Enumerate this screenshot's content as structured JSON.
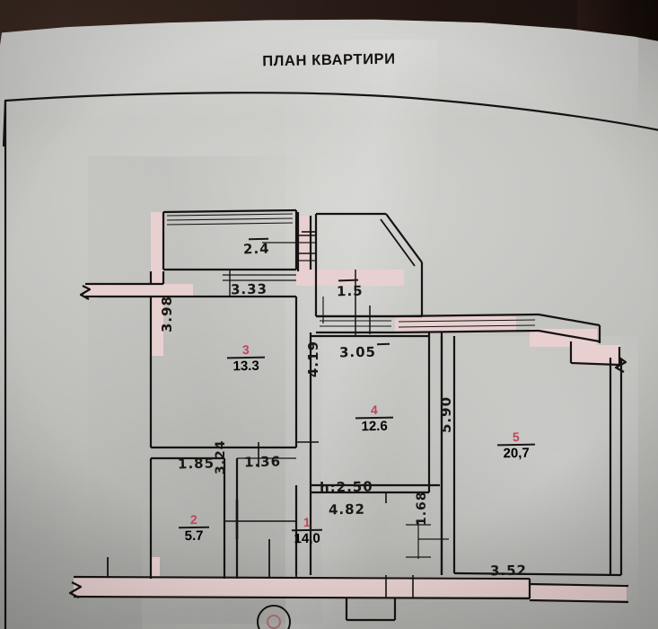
{
  "document": {
    "title": "ПЛАН КВАРТИРИ",
    "kind": "apartment-floor-plan-photo",
    "ceiling_height_note": "h:2.50"
  },
  "colors": {
    "paper": "#c7c7c4",
    "ink": "#1a1715",
    "wall_fill": "#e7cfcf",
    "room_number": "#c0465a",
    "desk": "#241713"
  },
  "rooms": [
    {
      "id": "room-1",
      "number": "1",
      "area": "14,0"
    },
    {
      "id": "room-2",
      "number": "2",
      "area": "5.7"
    },
    {
      "id": "room-3",
      "number": "3",
      "area": "13.3"
    },
    {
      "id": "room-4",
      "number": "4",
      "area": "12.6"
    },
    {
      "id": "room-5",
      "number": "5",
      "area": "20,7"
    }
  ],
  "dimensions": {
    "top_inner": "2.4",
    "hall_width": "3.33",
    "niche": "1.5",
    "room4_top": "3.05",
    "room3_left_vertical": "3.98",
    "room4_left_vertical": "4.19",
    "room5_left_vertical": "5.90",
    "room3_bottom_left": "1.85",
    "room3_bottom_right": "1.36",
    "room2_right_vertical": "3.24",
    "ceiling_height": "h:2.50",
    "room1_top": "4.82",
    "bottom_right": "3.52",
    "right_vertical_small": "1.68"
  },
  "symbols": {
    "break_left_upper": "break-mark",
    "break_left_lower": "break-mark",
    "break_right": "break-mark",
    "fixture_circle": "round-fixture"
  }
}
